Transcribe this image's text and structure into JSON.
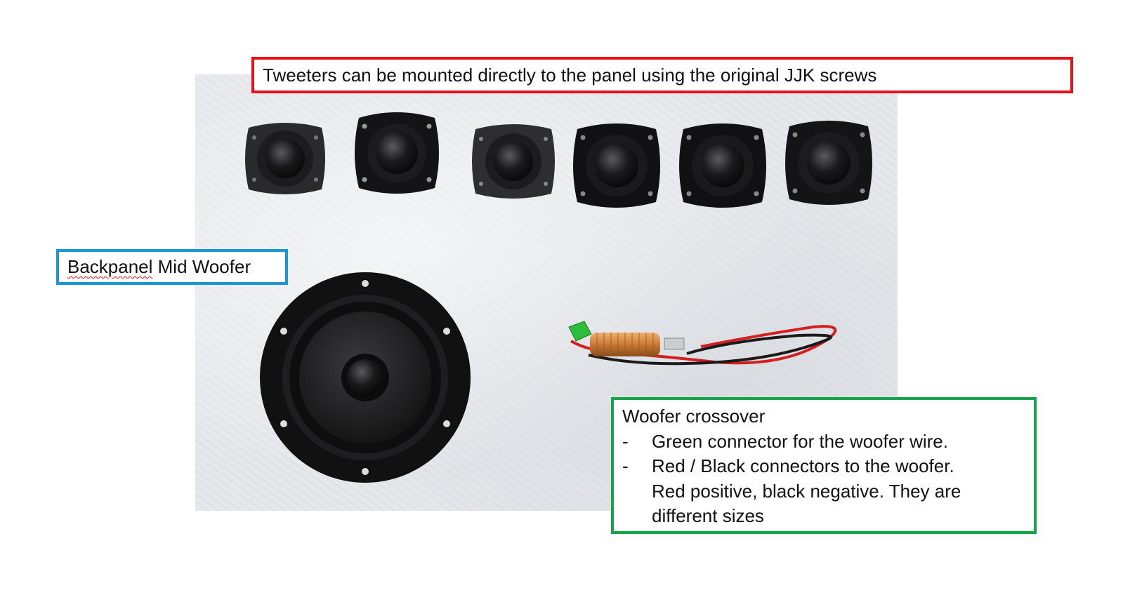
{
  "callouts": {
    "tweeters": "Tweeters can be mounted directly to the panel using the original JJK screws",
    "woofer": {
      "word1": "Backpanel",
      "word2": " Mid Woofer"
    },
    "crossover": {
      "title": "Woofer crossover",
      "bullets": [
        "Green connector for the woofer wire.",
        "Red / Black connectors to the woofer."
      ],
      "continuation_1": "Red positive, black negative.  They are",
      "continuation_2": "different sizes",
      "bullet_marker": "-"
    }
  },
  "colors": {
    "callout_red": "#e8101a",
    "callout_blue": "#1a96d4",
    "callout_green": "#16a34a",
    "background": "#ffffff"
  }
}
